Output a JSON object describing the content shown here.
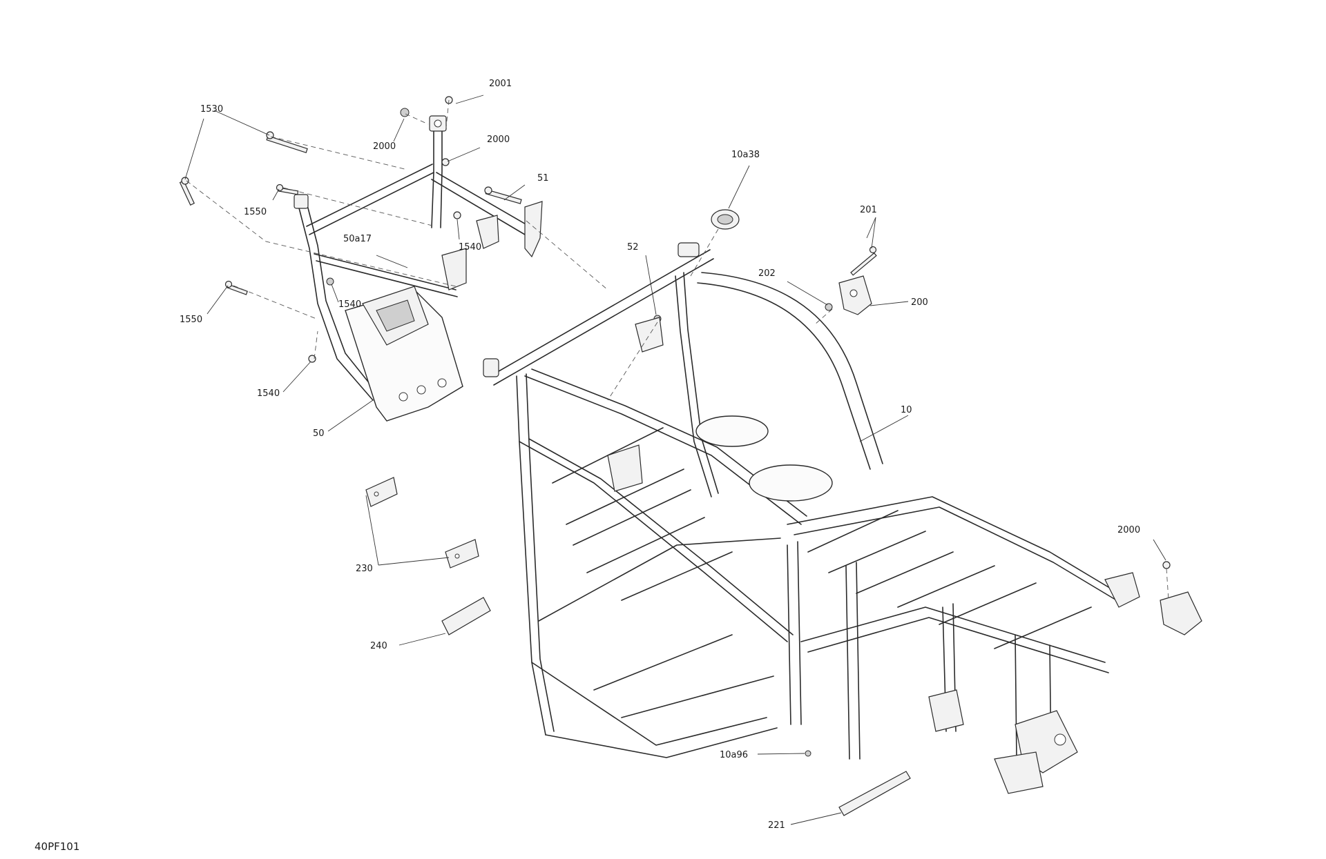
{
  "figure_id": "40PF101",
  "callouts": {
    "c2001": "2001",
    "c1530": "1530",
    "c2000_top_left": "2000",
    "c2000_top_right": "2000",
    "c51": "51",
    "c1550_upper": "1550",
    "c1540_upper": "1540",
    "c50a17": "50a17",
    "c1540_middle": "1540",
    "c1550_lower": "1550",
    "c1540_lower": "1540",
    "c50": "50",
    "c10a38": "10a38",
    "c52": "52",
    "c201": "201",
    "c202": "202",
    "c200": "200",
    "c10": "10",
    "c2000_right": "2000",
    "c230": "230",
    "c240": "240",
    "c10a96": "10a96",
    "c221": "221"
  }
}
